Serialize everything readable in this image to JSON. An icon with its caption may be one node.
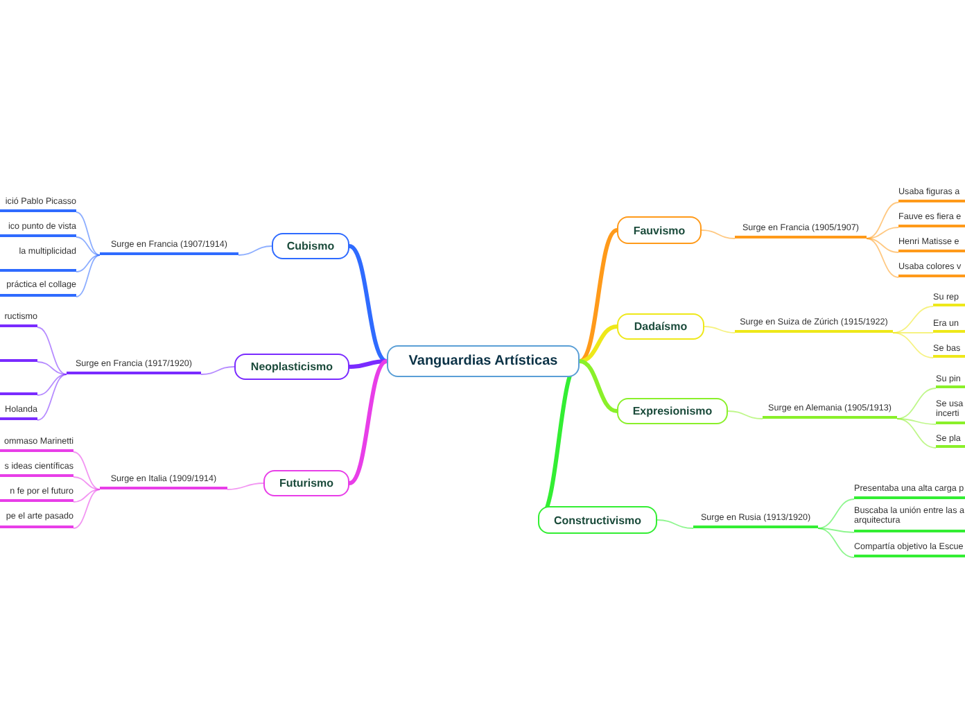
{
  "diagram": {
    "nodes": [
      {
        "text": [
          "Vanguardias Artísticas"
        ]
      },
      {
        "text": [
          "Cubismo"
        ]
      },
      {
        "text": [
          "Surge en Francia (1907/1914)"
        ]
      },
      {
        "text": [
          "ició Pablo Picasso"
        ]
      },
      {
        "text": [
          "ico punto de vista"
        ]
      },
      {
        "text": [
          "la multiplicidad"
        ]
      },
      {
        "text": [
          "práctica el collage"
        ]
      },
      {
        "text": [
          "Neoplasticismo"
        ]
      },
      {
        "text": [
          "Surge en Francia (1917/1920)"
        ]
      },
      {
        "text": [
          "ructismo"
        ]
      },
      {
        "text": [],
        "shape": "bar"
      },
      {
        "text": [],
        "shape": "bar"
      },
      {
        "text": [
          "Holanda"
        ]
      },
      {
        "text": [
          "Futurismo"
        ]
      },
      {
        "text": [
          "Surge en Italia (1909/1914)"
        ]
      },
      {
        "text": [
          "ommaso Marinetti"
        ]
      },
      {
        "text": [
          "s ideas científicas"
        ]
      },
      {
        "text": [
          "n fe por el futuro"
        ]
      },
      {
        "text": [
          "pe el arte pasado"
        ]
      },
      {
        "text": [
          "Fauvismo"
        ]
      },
      {
        "text": [
          "Surge en Francia (1905/1907)"
        ]
      },
      {
        "text": [
          "Usaba figuras a"
        ]
      },
      {
        "text": [
          "Fauve es fiera e"
        ]
      },
      {
        "text": [
          "Henri Matisse e"
        ]
      },
      {
        "text": [
          "Usaba colores v"
        ]
      },
      {
        "text": [
          "Dadaísmo"
        ]
      },
      {
        "text": [
          "Surge en Suiza de Zúrich (1915/1922)"
        ]
      },
      {
        "text": [
          "Su rep"
        ]
      },
      {
        "text": [
          "Era un"
        ]
      },
      {
        "text": [
          "Se bas"
        ]
      },
      {
        "text": [
          "Expresionismo"
        ]
      },
      {
        "text": [
          "Surge en Alemania (1905/1913)"
        ]
      },
      {
        "text": [
          "Su pin"
        ]
      },
      {
        "text": [
          "Se usa incerti"
        ]
      },
      {
        "text": [
          "Se pla"
        ]
      },
      {
        "text": [
          "Constructivismo"
        ]
      },
      {
        "text": [
          "Surge en Rusia (1913/1920)"
        ]
      },
      {
        "text": [
          "Presentaba una alta carga p"
        ]
      },
      {
        "text": [
          "Buscaba la unión entre las a arquitectura"
        ]
      },
      {
        "text": [
          "Compartía objetivo la Escue"
        ]
      }
    ],
    "edges": [
      {
        "from": 0,
        "to": 1,
        "arrow": "none",
        "style": "thick",
        "color": "#2f6bff"
      },
      {
        "from": 1,
        "to": 2,
        "arrow": "none",
        "color": "#2f6bff"
      },
      {
        "from": 2,
        "to": 3,
        "arrow": "none",
        "color": "#2f6bff"
      },
      {
        "from": 2,
        "to": 4,
        "arrow": "none",
        "color": "#2f6bff"
      },
      {
        "from": 2,
        "to": 5,
        "arrow": "none",
        "color": "#2f6bff"
      },
      {
        "from": 2,
        "to": 6,
        "arrow": "none",
        "color": "#2f6bff"
      },
      {
        "from": 0,
        "to": 7,
        "arrow": "none",
        "style": "thick",
        "color": "#7a2bff"
      },
      {
        "from": 7,
        "to": 8,
        "arrow": "none",
        "color": "#7a2bff"
      },
      {
        "from": 8,
        "to": 9,
        "arrow": "none",
        "color": "#7a2bff"
      },
      {
        "from": 8,
        "to": 10,
        "arrow": "none",
        "color": "#7a2bff"
      },
      {
        "from": 8,
        "to": 11,
        "arrow": "none",
        "color": "#7a2bff"
      },
      {
        "from": 8,
        "to": 12,
        "arrow": "none",
        "color": "#7a2bff"
      },
      {
        "from": 0,
        "to": 13,
        "arrow": "none",
        "style": "thick",
        "color": "#e83ee8"
      },
      {
        "from": 13,
        "to": 14,
        "arrow": "none",
        "color": "#e83ee8"
      },
      {
        "from": 14,
        "to": 15,
        "arrow": "none",
        "color": "#e83ee8"
      },
      {
        "from": 14,
        "to": 16,
        "arrow": "none",
        "color": "#e83ee8"
      },
      {
        "from": 14,
        "to": 17,
        "arrow": "none",
        "color": "#e83ee8"
      },
      {
        "from": 14,
        "to": 18,
        "arrow": "none",
        "color": "#e83ee8"
      },
      {
        "from": 0,
        "to": 19,
        "arrow": "none",
        "style": "thick",
        "color": "#ff9a1a"
      },
      {
        "from": 19,
        "to": 20,
        "arrow": "none",
        "color": "#ff9a1a"
      },
      {
        "from": 20,
        "to": 21,
        "arrow": "none",
        "color": "#ff9a1a"
      },
      {
        "from": 20,
        "to": 22,
        "arrow": "none",
        "color": "#ff9a1a"
      },
      {
        "from": 20,
        "to": 23,
        "arrow": "none",
        "color": "#ff9a1a"
      },
      {
        "from": 20,
        "to": 24,
        "arrow": "none",
        "color": "#ff9a1a"
      },
      {
        "from": 0,
        "to": 25,
        "arrow": "none",
        "style": "thick",
        "color": "#eee81a"
      },
      {
        "from": 25,
        "to": 26,
        "arrow": "none",
        "color": "#eee81a"
      },
      {
        "from": 26,
        "to": 27,
        "arrow": "none",
        "color": "#eee81a"
      },
      {
        "from": 26,
        "to": 28,
        "arrow": "none",
        "color": "#eee81a"
      },
      {
        "from": 26,
        "to": 29,
        "arrow": "none",
        "color": "#eee81a"
      },
      {
        "from": 0,
        "to": 30,
        "arrow": "none",
        "style": "thick",
        "color": "#8af02a"
      },
      {
        "from": 30,
        "to": 31,
        "arrow": "none",
        "color": "#8af02a"
      },
      {
        "from": 31,
        "to": 32,
        "arrow": "none",
        "color": "#8af02a"
      },
      {
        "from": 31,
        "to": 33,
        "arrow": "none",
        "color": "#8af02a"
      },
      {
        "from": 31,
        "to": 34,
        "arrow": "none",
        "color": "#8af02a"
      },
      {
        "from": 0,
        "to": 35,
        "arrow": "none",
        "style": "thick",
        "color": "#33ee33"
      },
      {
        "from": 35,
        "to": 36,
        "arrow": "none",
        "color": "#33ee33"
      },
      {
        "from": 36,
        "to": 37,
        "arrow": "none",
        "color": "#33ee33"
      },
      {
        "from": 36,
        "to": 38,
        "arrow": "none",
        "color": "#33ee33"
      },
      {
        "from": 36,
        "to": 39,
        "arrow": "none",
        "color": "#33ee33"
      }
    ]
  }
}
